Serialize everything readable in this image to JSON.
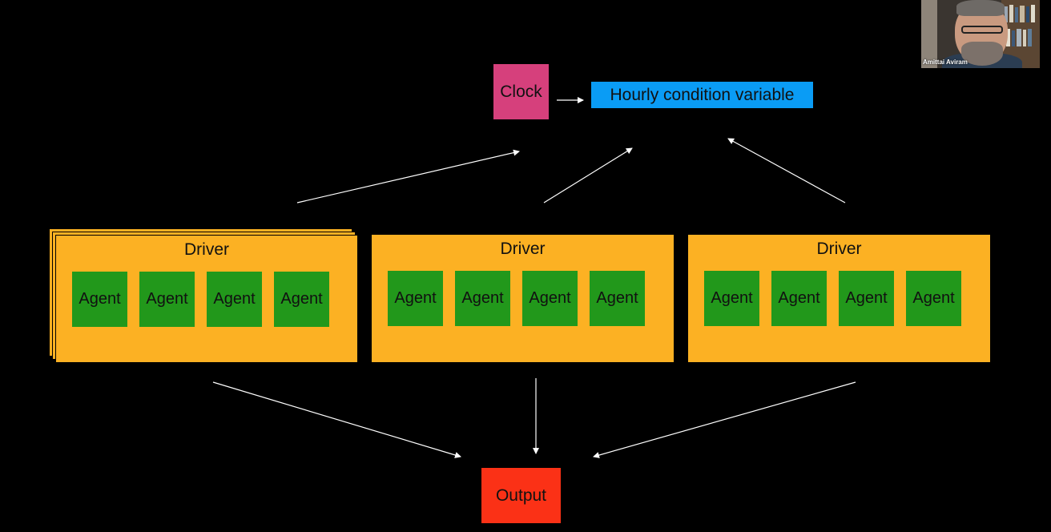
{
  "clock": {
    "label": "Clock",
    "color": "#d6407c"
  },
  "hourly": {
    "label": "Hourly condition variable",
    "color": "#0a9cf5"
  },
  "output": {
    "label": "Output",
    "color": "#fb3116"
  },
  "drivers": [
    {
      "label": "Driver",
      "agents": [
        "Agent",
        "Agent",
        "Agent",
        "Agent"
      ]
    },
    {
      "label": "Driver",
      "agents": [
        "Agent",
        "Agent",
        "Agent",
        "Agent"
      ]
    },
    {
      "label": "Driver",
      "agents": [
        "Agent",
        "Agent",
        "Agent",
        "Agent"
      ]
    }
  ],
  "colors": {
    "driver": "#fcb123",
    "agent": "#22981b",
    "background": "#000000",
    "arrow": "#ffffff"
  },
  "webcam": {
    "name": "Amittai Aviram"
  }
}
